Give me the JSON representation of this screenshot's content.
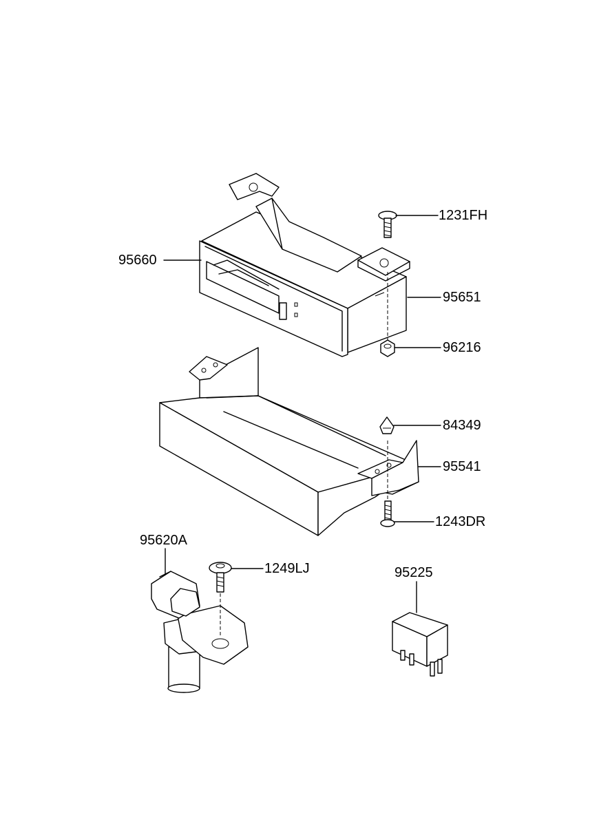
{
  "parts": {
    "ecu": "95660",
    "ecu_bracket": "95651",
    "screw_top": "1231FH",
    "nut": "96216",
    "clip": "84349",
    "tray": "95541",
    "screw_bottom": "1243DR",
    "sensor": "95620A",
    "sensor_bolt": "1249LJ",
    "relay": "95225"
  }
}
